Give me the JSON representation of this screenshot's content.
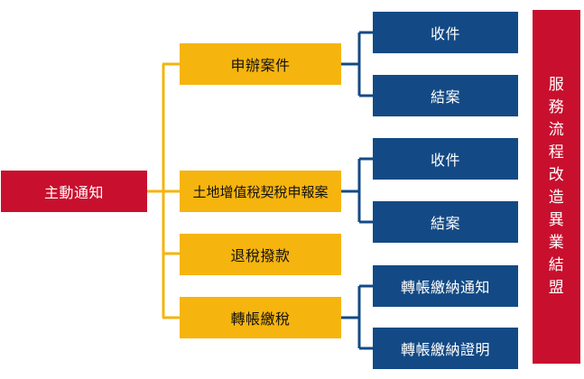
{
  "root": {
    "label": "主動通知"
  },
  "categories": [
    {
      "label": "申辦案件",
      "children": [
        "收件",
        "結案"
      ]
    },
    {
      "label": "土地增值稅契稅申報案",
      "children": [
        "收件",
        "結案"
      ]
    },
    {
      "label": "退稅撥款",
      "children": []
    },
    {
      "label": "轉帳繳稅",
      "children": [
        "轉帳繳納通知",
        "轉帳繳納證明"
      ]
    }
  ],
  "side_banner": {
    "label": "服務流程改造異業結盟"
  },
  "colors": {
    "root": "#C8102E",
    "category": "#F6B40E",
    "leaf": "#134A85",
    "connector_gold": "#F6B40E",
    "connector_blue": "#134A85",
    "banner": "#C8102E"
  }
}
